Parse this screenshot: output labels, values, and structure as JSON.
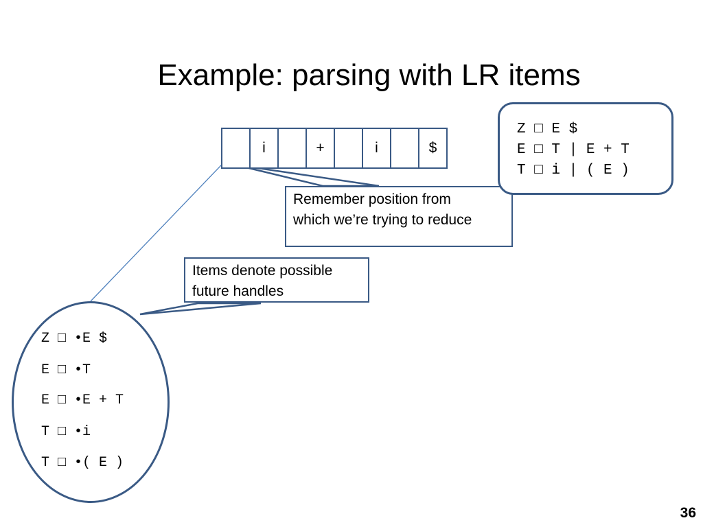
{
  "slide": {
    "title": "Example: parsing with LR items",
    "page_number": "36"
  },
  "input_tape": [
    "",
    "i",
    "",
    "+",
    "",
    "i",
    "",
    "$"
  ],
  "grammar": [
    "Z □ E $",
    "E □ T | E + T",
    "T □ i | ( E )"
  ],
  "callouts": {
    "position": [
      "Remember position from",
      "which we’re trying to reduce"
    ],
    "handles": [
      "Items denote possible",
      "future handles"
    ]
  },
  "items": [
    "Z □ •E $",
    "E □ •T",
    "E □ •E + T",
    "T □ •i",
    "T □ •( E )"
  ],
  "colors": {
    "accent": "#3a5a85",
    "arrow": "#4f81bd"
  }
}
